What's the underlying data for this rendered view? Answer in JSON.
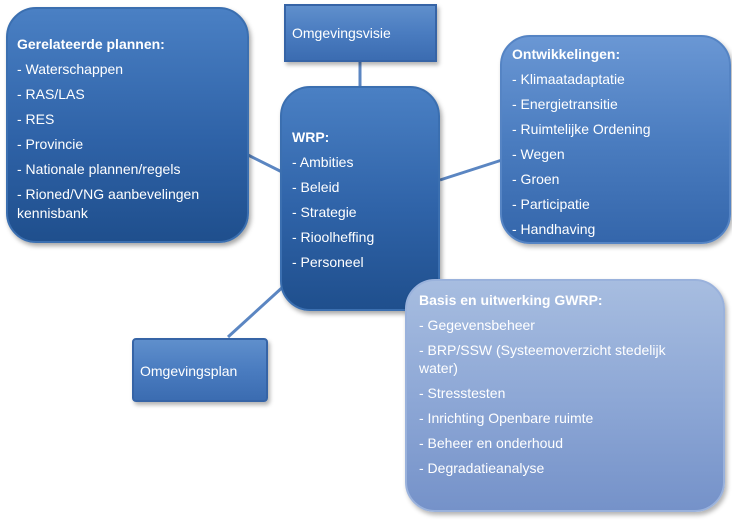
{
  "top": {
    "label": "Omgevingsvisie"
  },
  "left": {
    "title": "Gerelateerde plannen:",
    "items": [
      "- Waterschappen",
      "- RAS/LAS",
      "- RES",
      "- Provincie",
      "- Nationale plannen/regels",
      "- Rioned/VNG aanbevelingen kennisbank"
    ]
  },
  "center": {
    "title": "WRP:",
    "items": [
      "- Ambities",
      "- Beleid",
      "- Strategie",
      "- Rioolheffing",
      "- Personeel"
    ]
  },
  "right": {
    "title": "Ontwikkelingen:",
    "items": [
      "- Klimaatadaptatie",
      "- Energietransitie",
      "- Ruimtelijke Ordening",
      "- Wegen",
      "- Groen",
      "- Participatie",
      "- Handhaving"
    ]
  },
  "bottom_right": {
    "title": "Basis en uitwerking GWRP:",
    "items": [
      "- Gegevensbeheer",
      "- BRP/SSW (Systeemoverzicht stedelijk water)",
      "- Stresstesten",
      "- Inrichting Openbare ruimte",
      "- Beheer en onderhoud",
      "- Degradatieanalyse"
    ]
  },
  "bottom_left": {
    "label": "Omgevingsplan"
  }
}
